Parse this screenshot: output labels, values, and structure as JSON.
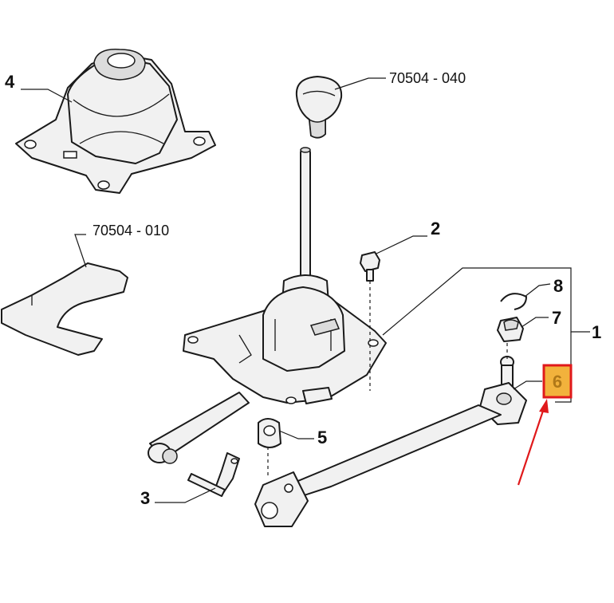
{
  "labels": {
    "part_1": "1",
    "part_2": "2",
    "part_3": "3",
    "part_4": "4",
    "part_5": "5",
    "part_6": "6",
    "part_7": "7",
    "part_8": "8",
    "ref_knob": "70504 - 040",
    "ref_plate": "70504 - 010"
  },
  "colors": {
    "highlight_fill": "#f2b23c",
    "highlight_border": "#e0191b",
    "highlight_text": "#b07818",
    "arrow": "#e0191b"
  }
}
